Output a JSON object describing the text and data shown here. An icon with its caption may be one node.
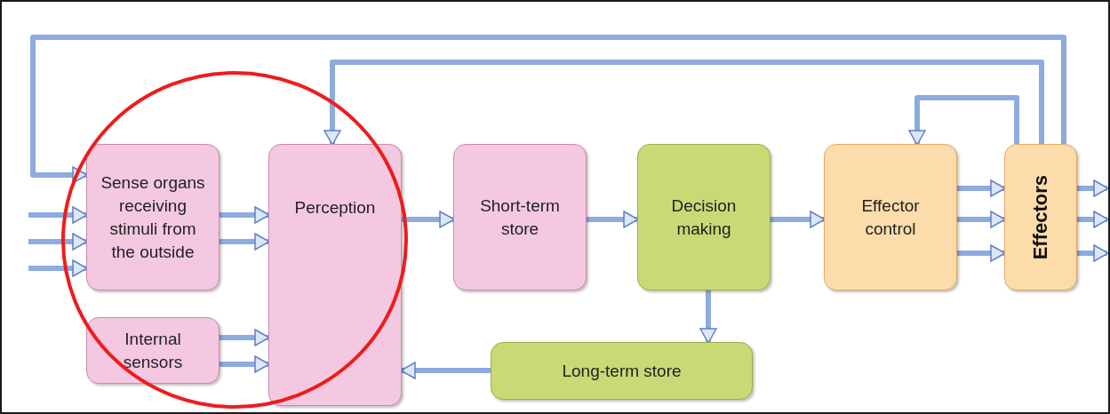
{
  "diagram": {
    "nodes": [
      {
        "text": [
          "Sense organs receiving stimuli from the outside"
        ]
      },
      {
        "text": [
          "Internal sensors"
        ]
      },
      {
        "text": [
          "Perception"
        ]
      },
      {
        "text": [
          "Short-term store"
        ]
      },
      {
        "text": [
          "Decision making"
        ]
      },
      {
        "text": [
          "Effector control"
        ]
      },
      {
        "text": [
          "Effectors"
        ]
      },
      {
        "text": [
          "Long-term store"
        ]
      }
    ],
    "edges": [
      {
        "from": null,
        "to": 0,
        "arrow": "to"
      },
      {
        "from": null,
        "to": 0,
        "arrow": "to"
      },
      {
        "from": null,
        "to": 0,
        "arrow": "to"
      },
      {
        "from": 0,
        "to": 2,
        "arrow": "to"
      },
      {
        "from": 0,
        "to": 2,
        "arrow": "to"
      },
      {
        "from": 1,
        "to": 2,
        "arrow": "to"
      },
      {
        "from": 1,
        "to": 2,
        "arrow": "to"
      },
      {
        "from": 2,
        "to": 3,
        "arrow": "to"
      },
      {
        "from": 3,
        "to": 4,
        "arrow": "to"
      },
      {
        "from": 4,
        "to": 5,
        "arrow": "to"
      },
      {
        "from": 5,
        "to": 6,
        "arrow": "to"
      },
      {
        "from": 5,
        "to": 6,
        "arrow": "to"
      },
      {
        "from": 5,
        "to": 6,
        "arrow": "to"
      },
      {
        "from": 6,
        "to": null,
        "arrow": "to"
      },
      {
        "from": 6,
        "to": null,
        "arrow": "to"
      },
      {
        "from": 6,
        "to": null,
        "arrow": "to"
      },
      {
        "from": 4,
        "to": 7,
        "arrow": "to"
      },
      {
        "from": 7,
        "to": 2,
        "arrow": "to"
      },
      {
        "from": 6,
        "to": 0,
        "arrow": "to"
      },
      {
        "from": 6,
        "to": 2,
        "arrow": "to"
      },
      {
        "from": 6,
        "to": 5,
        "arrow": "to"
      }
    ]
  }
}
